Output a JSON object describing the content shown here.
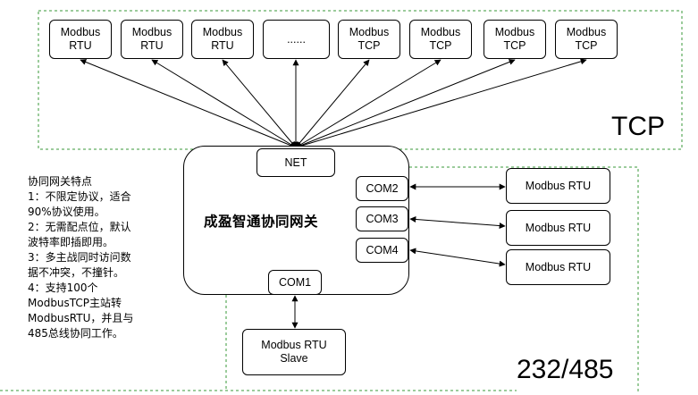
{
  "diagram": {
    "tcp_zone_label": "TCP",
    "serial_zone_label": "232/485",
    "top_devices": [
      "Modbus\nRTU",
      "Modbus\nRTU",
      "Modbus\nRTU",
      "......",
      "Modbus\nTCP",
      "Modbus\nTCP",
      "Modbus\nTCP",
      "Modbus\nTCP"
    ],
    "gateway": {
      "title": "成盈智通协同网关",
      "net_port": "NET",
      "com_ports": [
        "COM2",
        "COM3",
        "COM4"
      ],
      "com1_port": "COM1"
    },
    "right_devices": [
      "Modbus RTU",
      "Modbus RTU",
      "Modbus RTU"
    ],
    "bottom_device": "Modbus RTU\nSlave",
    "notes": [
      "协同网关特点",
      "1：不限定协议，适合",
      "90%协议使用。",
      "2：无需配点位，默认",
      "波特率即插即用。",
      "3：多主战同时访问数",
      "据不冲突，不撞针。",
      "4：支持100个",
      "ModbusTCP主站转",
      "ModbusRTU，并且与",
      "485总线协同工作。"
    ]
  }
}
